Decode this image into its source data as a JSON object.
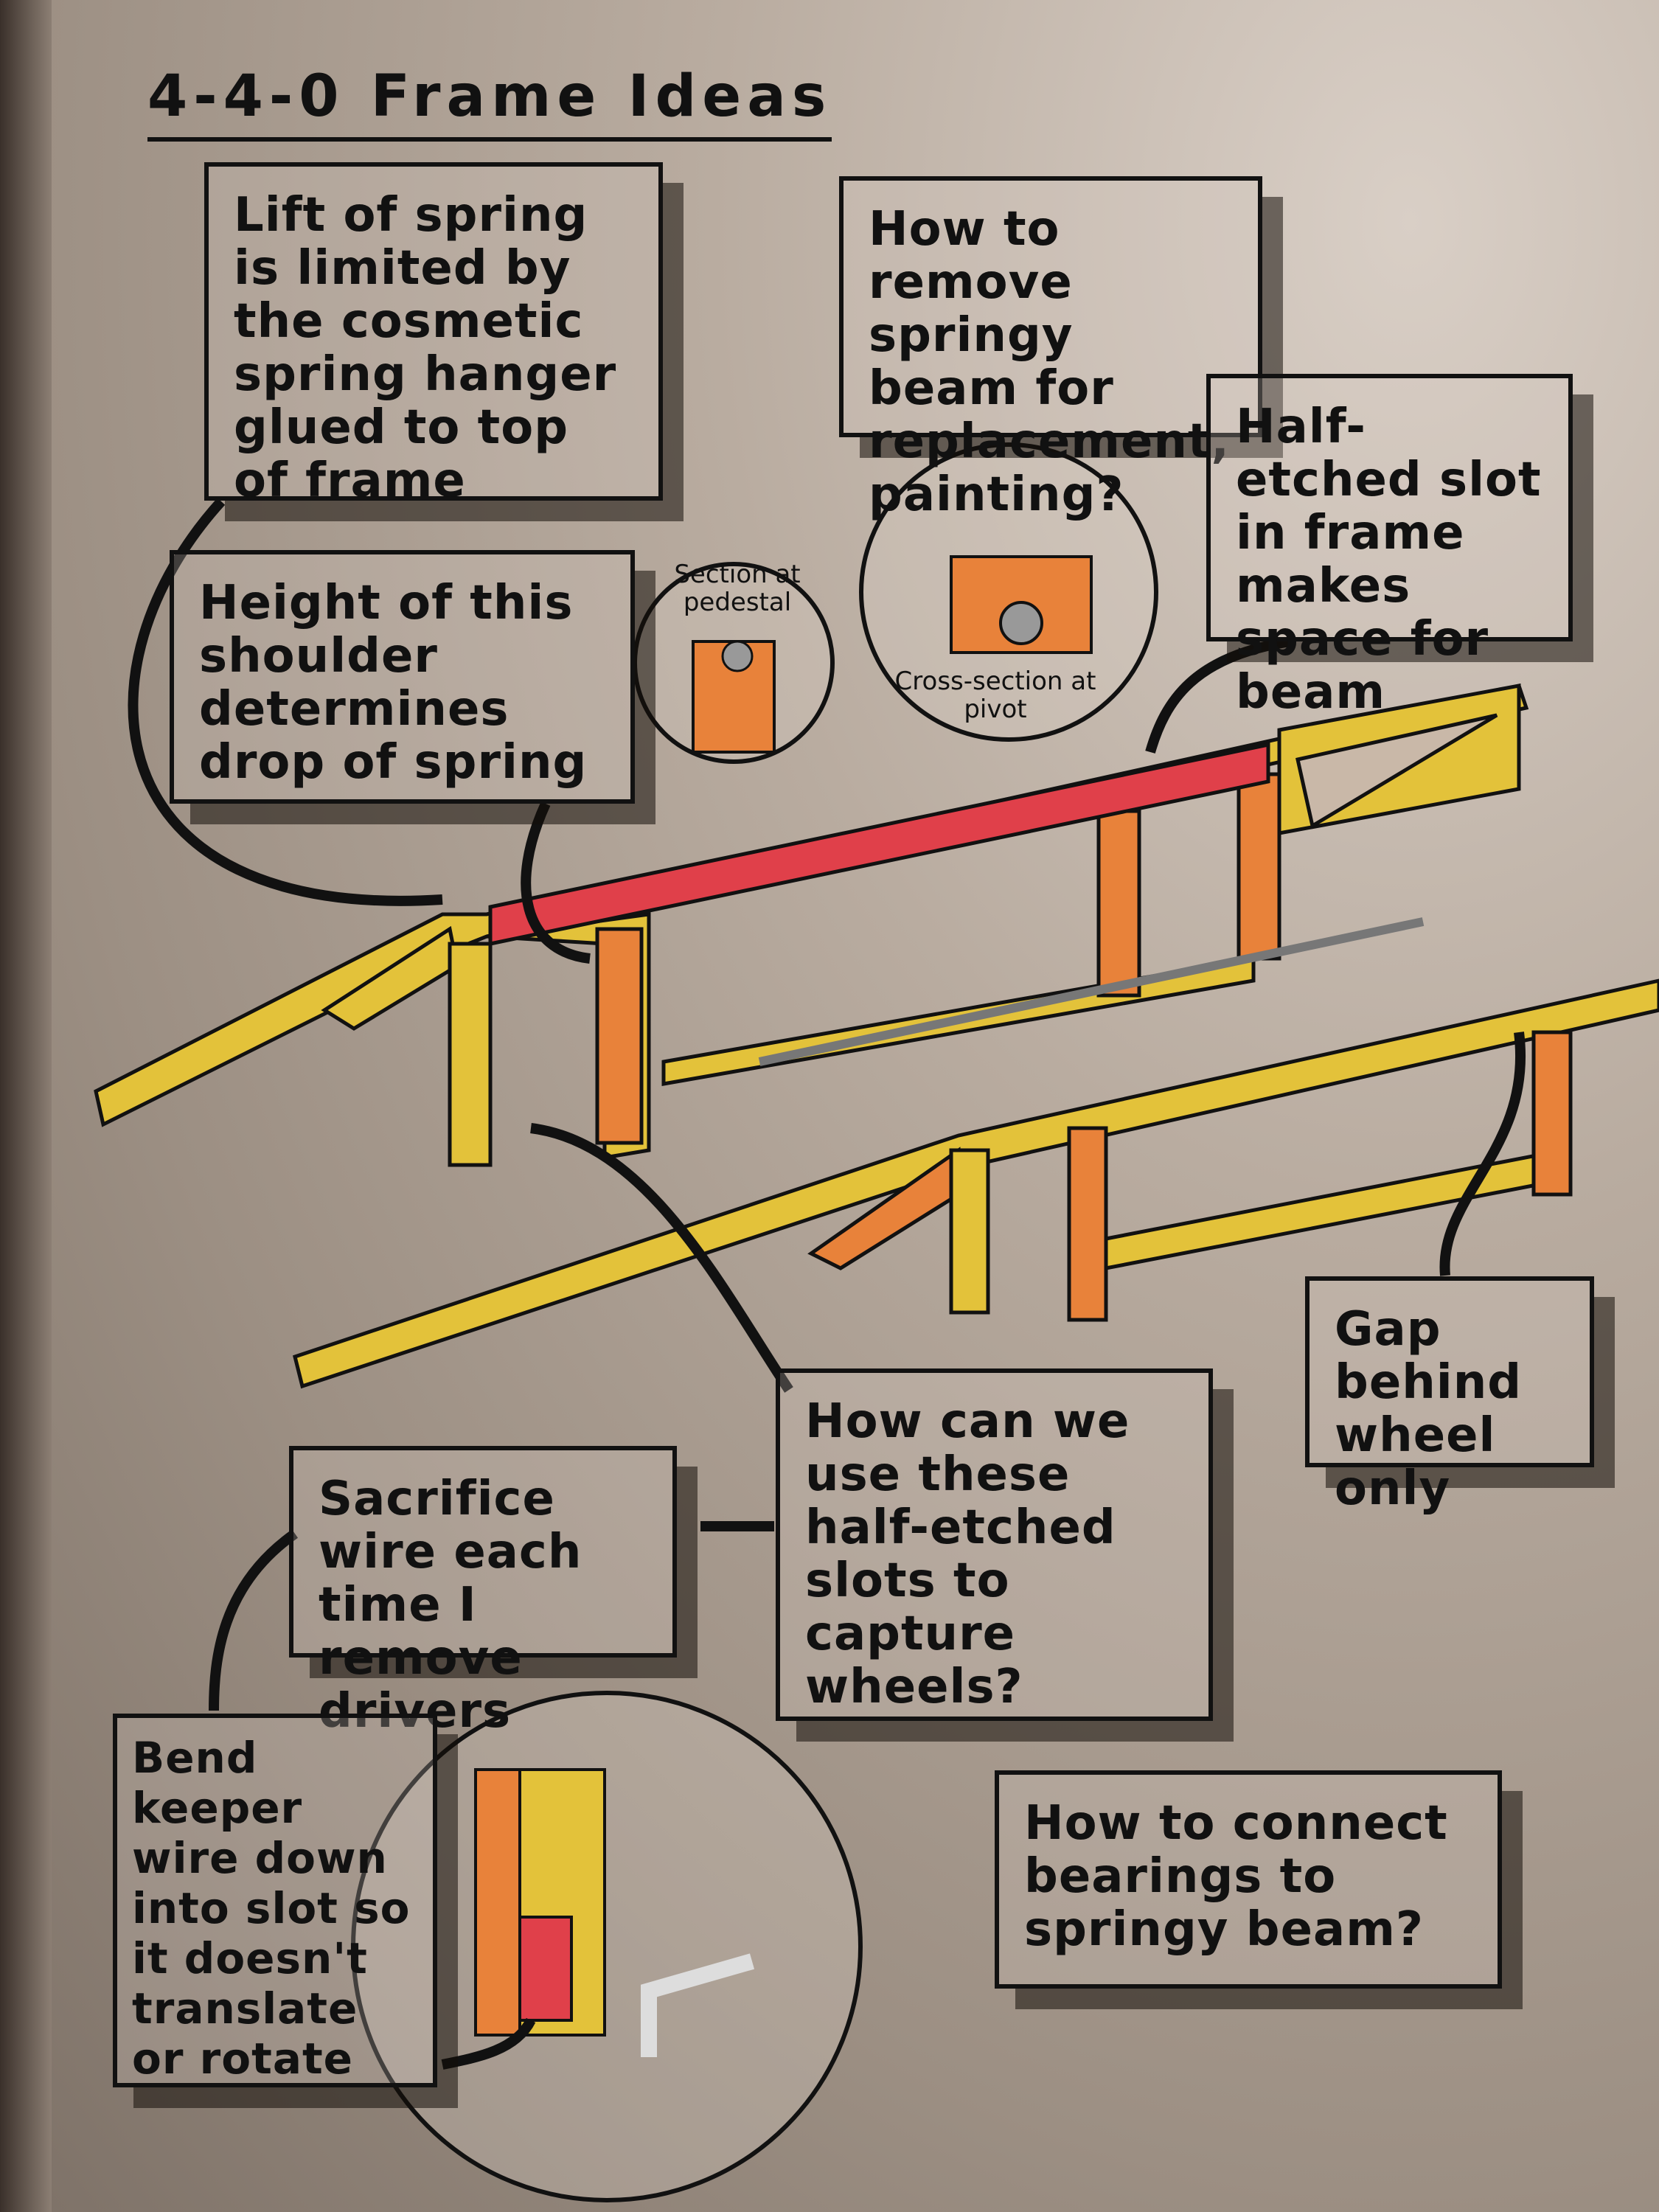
{
  "title": "4-4-0 Frame Ideas",
  "notes": {
    "spring_lift": "Lift of spring is limited by the cosmetic spring hanger glued to top of frame",
    "remove_beam": "How to remove springy beam for replacement, painting?",
    "half_etched_slot": "Half-etched slot in frame makes space for beam",
    "shoulder_height": "Height of this shoulder determines drop of spring",
    "gap_behind": "Gap behind wheel only",
    "capture_wheels": "How can we use these half-etched slots to capture wheels?",
    "sacrifice_wire": "Sacrifice wire each time I remove drivers",
    "bend_keeper": "Bend keeper wire down into slot so it doesn't translate or rotate",
    "connect_bearings": "How to connect bearings to springy beam?"
  },
  "labels": {
    "section_pedestal": "Section at pedestal",
    "cross_section_pivot": "Cross-section at pivot"
  },
  "colors": {
    "frame": "#e3c23a",
    "beam": "#e0404a",
    "slot": "#e8823a",
    "ink": "#111111"
  }
}
